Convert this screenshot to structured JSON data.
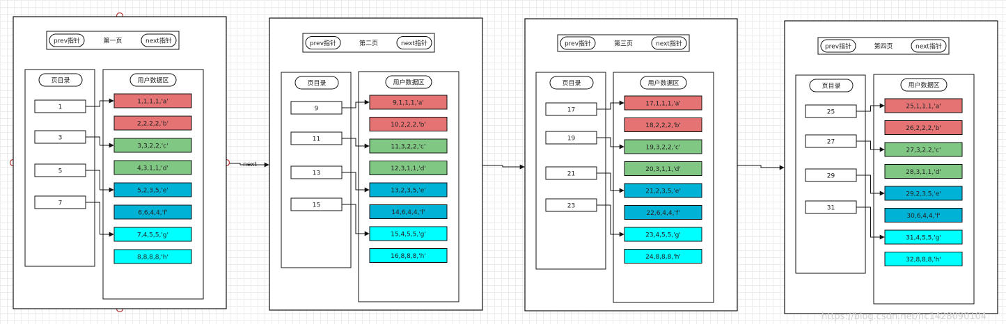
{
  "colors": {
    "red": "#e57373",
    "green": "#81c784",
    "blue": "#00b3d6",
    "cyan": "#00ffff",
    "handle": "#b03030"
  },
  "link_label": "next",
  "watermark": "https://blog.csdn.net/hc1428090104",
  "pages": [
    {
      "prev": "prev指针",
      "title": "第一页",
      "next": "next指针",
      "dir_title": "页目录",
      "user_title": "用户数据区",
      "directory": [
        "1",
        "3",
        "5",
        "7"
      ],
      "records": [
        "1,1,1,1,'a'",
        "2,2,2,2,'b'",
        "3,3,2,2,'c'",
        "4,3,1,1,'d'",
        "5,2,3,5,'e'",
        "6,6,4,4,'f'",
        "7,4,5,5,'g'",
        "8,8,8,8,'h'"
      ]
    },
    {
      "prev": "prev指针",
      "title": "第二页",
      "next": "next指针",
      "dir_title": "页目录",
      "user_title": "用户数据区",
      "directory": [
        "9",
        "11",
        "13",
        "15"
      ],
      "records": [
        "9,1,1,1,'a'",
        "10,2,2,2,'b'",
        "11,3,2,2,'c'",
        "12,3,1,1,'d'",
        "13,2,3,5,'e'",
        "14,6,4,4,'f'",
        "15,4,5,5,'g'",
        "16,8,8,8,'h'"
      ]
    },
    {
      "prev": "prev指针",
      "title": "第三页",
      "next": "next指针",
      "dir_title": "页目录",
      "user_title": "用户数据区",
      "directory": [
        "17",
        "19",
        "21",
        "23"
      ],
      "records": [
        "17,1,1,1,'a'",
        "18,2,2,2,'b'",
        "19,3,2,2,'c'",
        "20,3,1,1,'d'",
        "21,2,3,5,'e'",
        "22,6,4,4,'f'",
        "23,4,5,5,'g'",
        "24,8,8,8,'h'"
      ]
    },
    {
      "prev": "prev指针",
      "title": "第四页",
      "next": "next指针",
      "dir_title": "页目录",
      "user_title": "用户数据区",
      "directory": [
        "25",
        "27",
        "29",
        "31"
      ],
      "records": [
        "25,1,1,1,'a'",
        "26,2,2,2,'b'",
        "27,3,2,2,'c'",
        "28,3,1,1,'d'",
        "29,2,3,5,'e'",
        "30,6,4,4,'f'",
        "31,4,5,5,'g'",
        "32,8,8,8,'h'"
      ]
    }
  ]
}
